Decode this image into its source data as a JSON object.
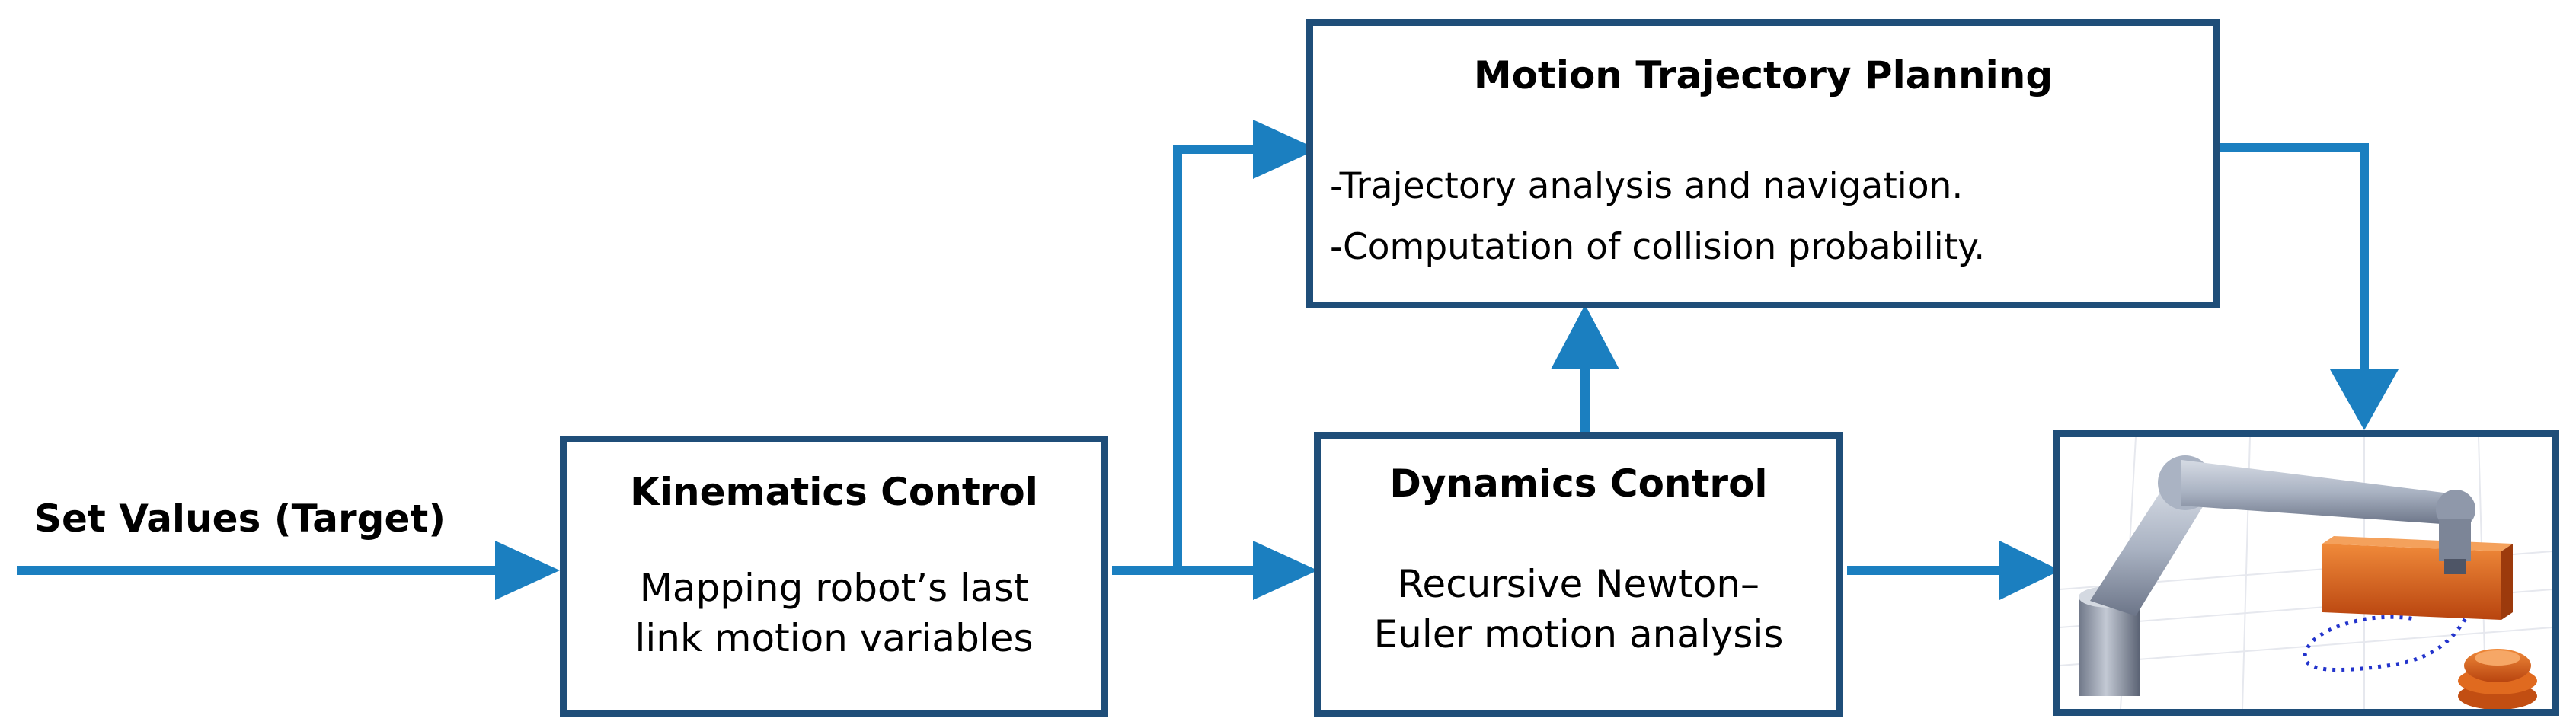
{
  "input_label": "Set Values (Target)",
  "boxes": {
    "kinematics": {
      "title": "Kinematics Control",
      "line1": "Mapping robot’s last",
      "line2": "link motion variables"
    },
    "dynamics": {
      "title": "Dynamics Control",
      "line1": "Recursive Newton–",
      "line2": "Euler motion analysis"
    },
    "trajectory": {
      "title": "Motion Trajectory Planning",
      "line1": "-Trajectory analysis and navigation.",
      "line2": "-Computation of collision probability."
    }
  },
  "colors": {
    "arrow": "#1b7fc0",
    "border": "#1f4e79",
    "arm": "#a9b2c2",
    "obstacle": "#d9561b",
    "path": "#2233cc"
  }
}
